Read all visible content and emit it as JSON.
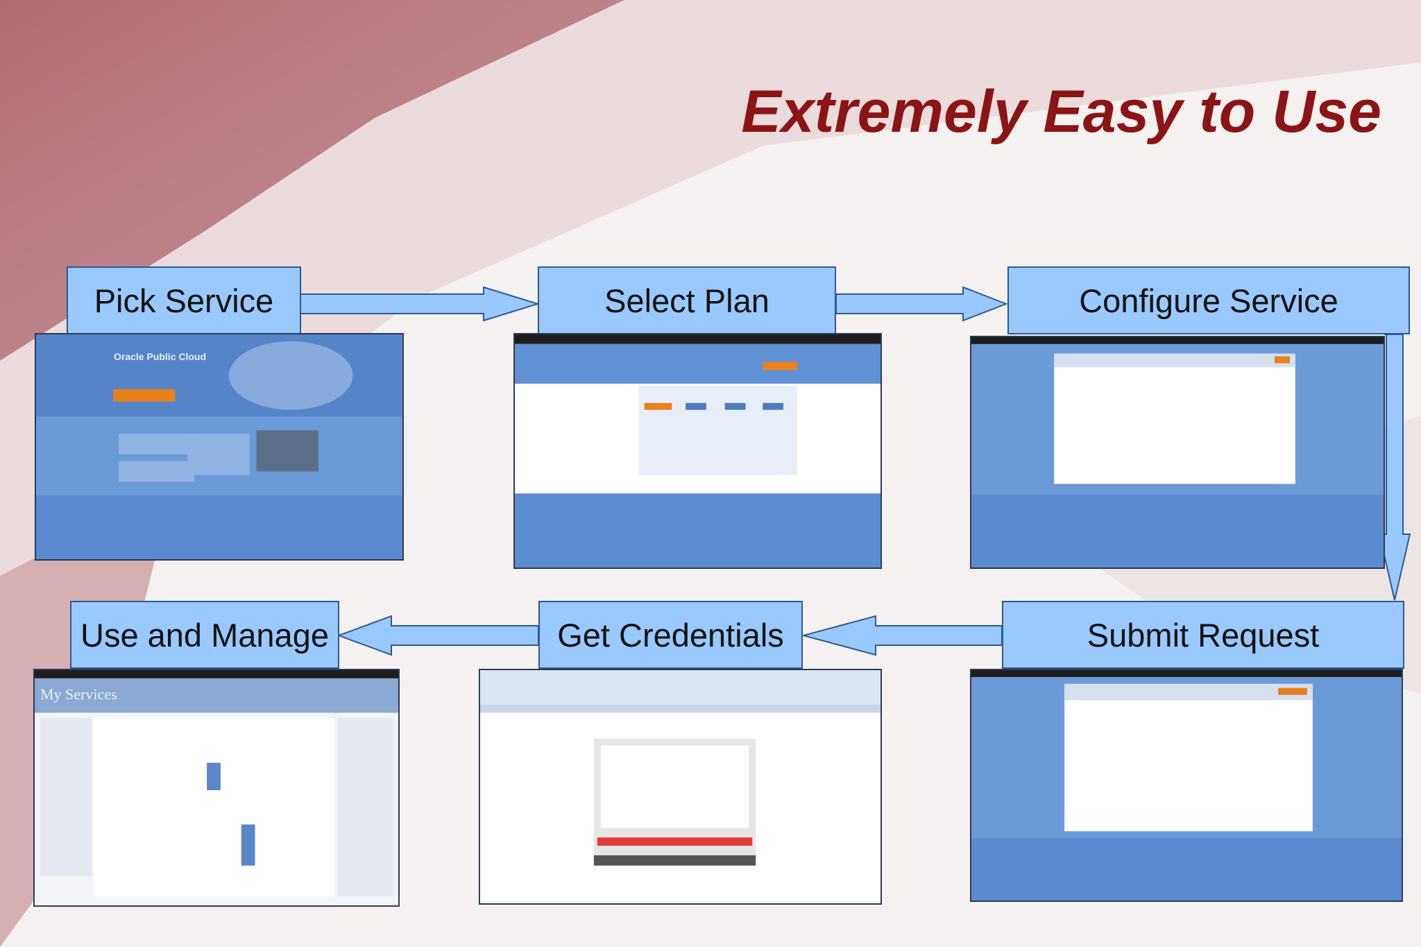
{
  "slide": {
    "title": "Extremely Easy to Use",
    "colors": {
      "title": "#8b1414",
      "label_fill": "#99c9ff",
      "label_border": "#2b5a8f",
      "screen_blue": "#5b8fd4"
    }
  },
  "steps": [
    {
      "label": "Pick Service",
      "screen": "Oracle Public Cloud"
    },
    {
      "label": "Select Plan"
    },
    {
      "label": "Configure Service"
    },
    {
      "label": "Submit Request"
    },
    {
      "label": "Get Credentials"
    },
    {
      "label": "Use and Manage",
      "screen": "My Services"
    }
  ]
}
